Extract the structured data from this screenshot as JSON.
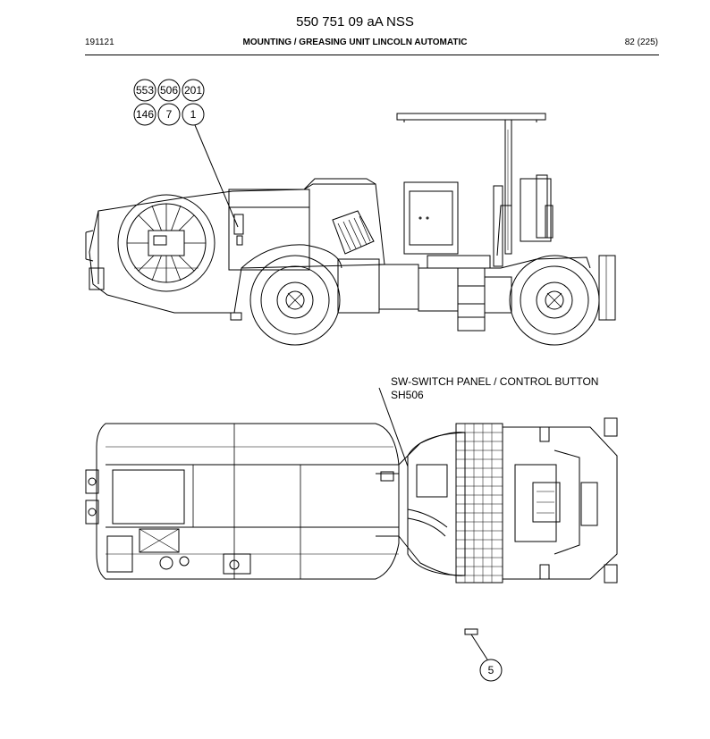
{
  "header": {
    "doc_number": "550 751 09 aA NSS",
    "date_code": "191121",
    "title": "MOUNTING / GREASING UNIT LINCOLN AUTOMATIC",
    "page": "82 (225)"
  },
  "callouts": {
    "row1": [
      "553",
      "506",
      "201"
    ],
    "row2": [
      "146",
      "7",
      "1"
    ],
    "item5": "5"
  },
  "switch_label": {
    "line1": "SW-SWITCH PANEL / CONTROL BUTTON",
    "line2": "SH506"
  }
}
